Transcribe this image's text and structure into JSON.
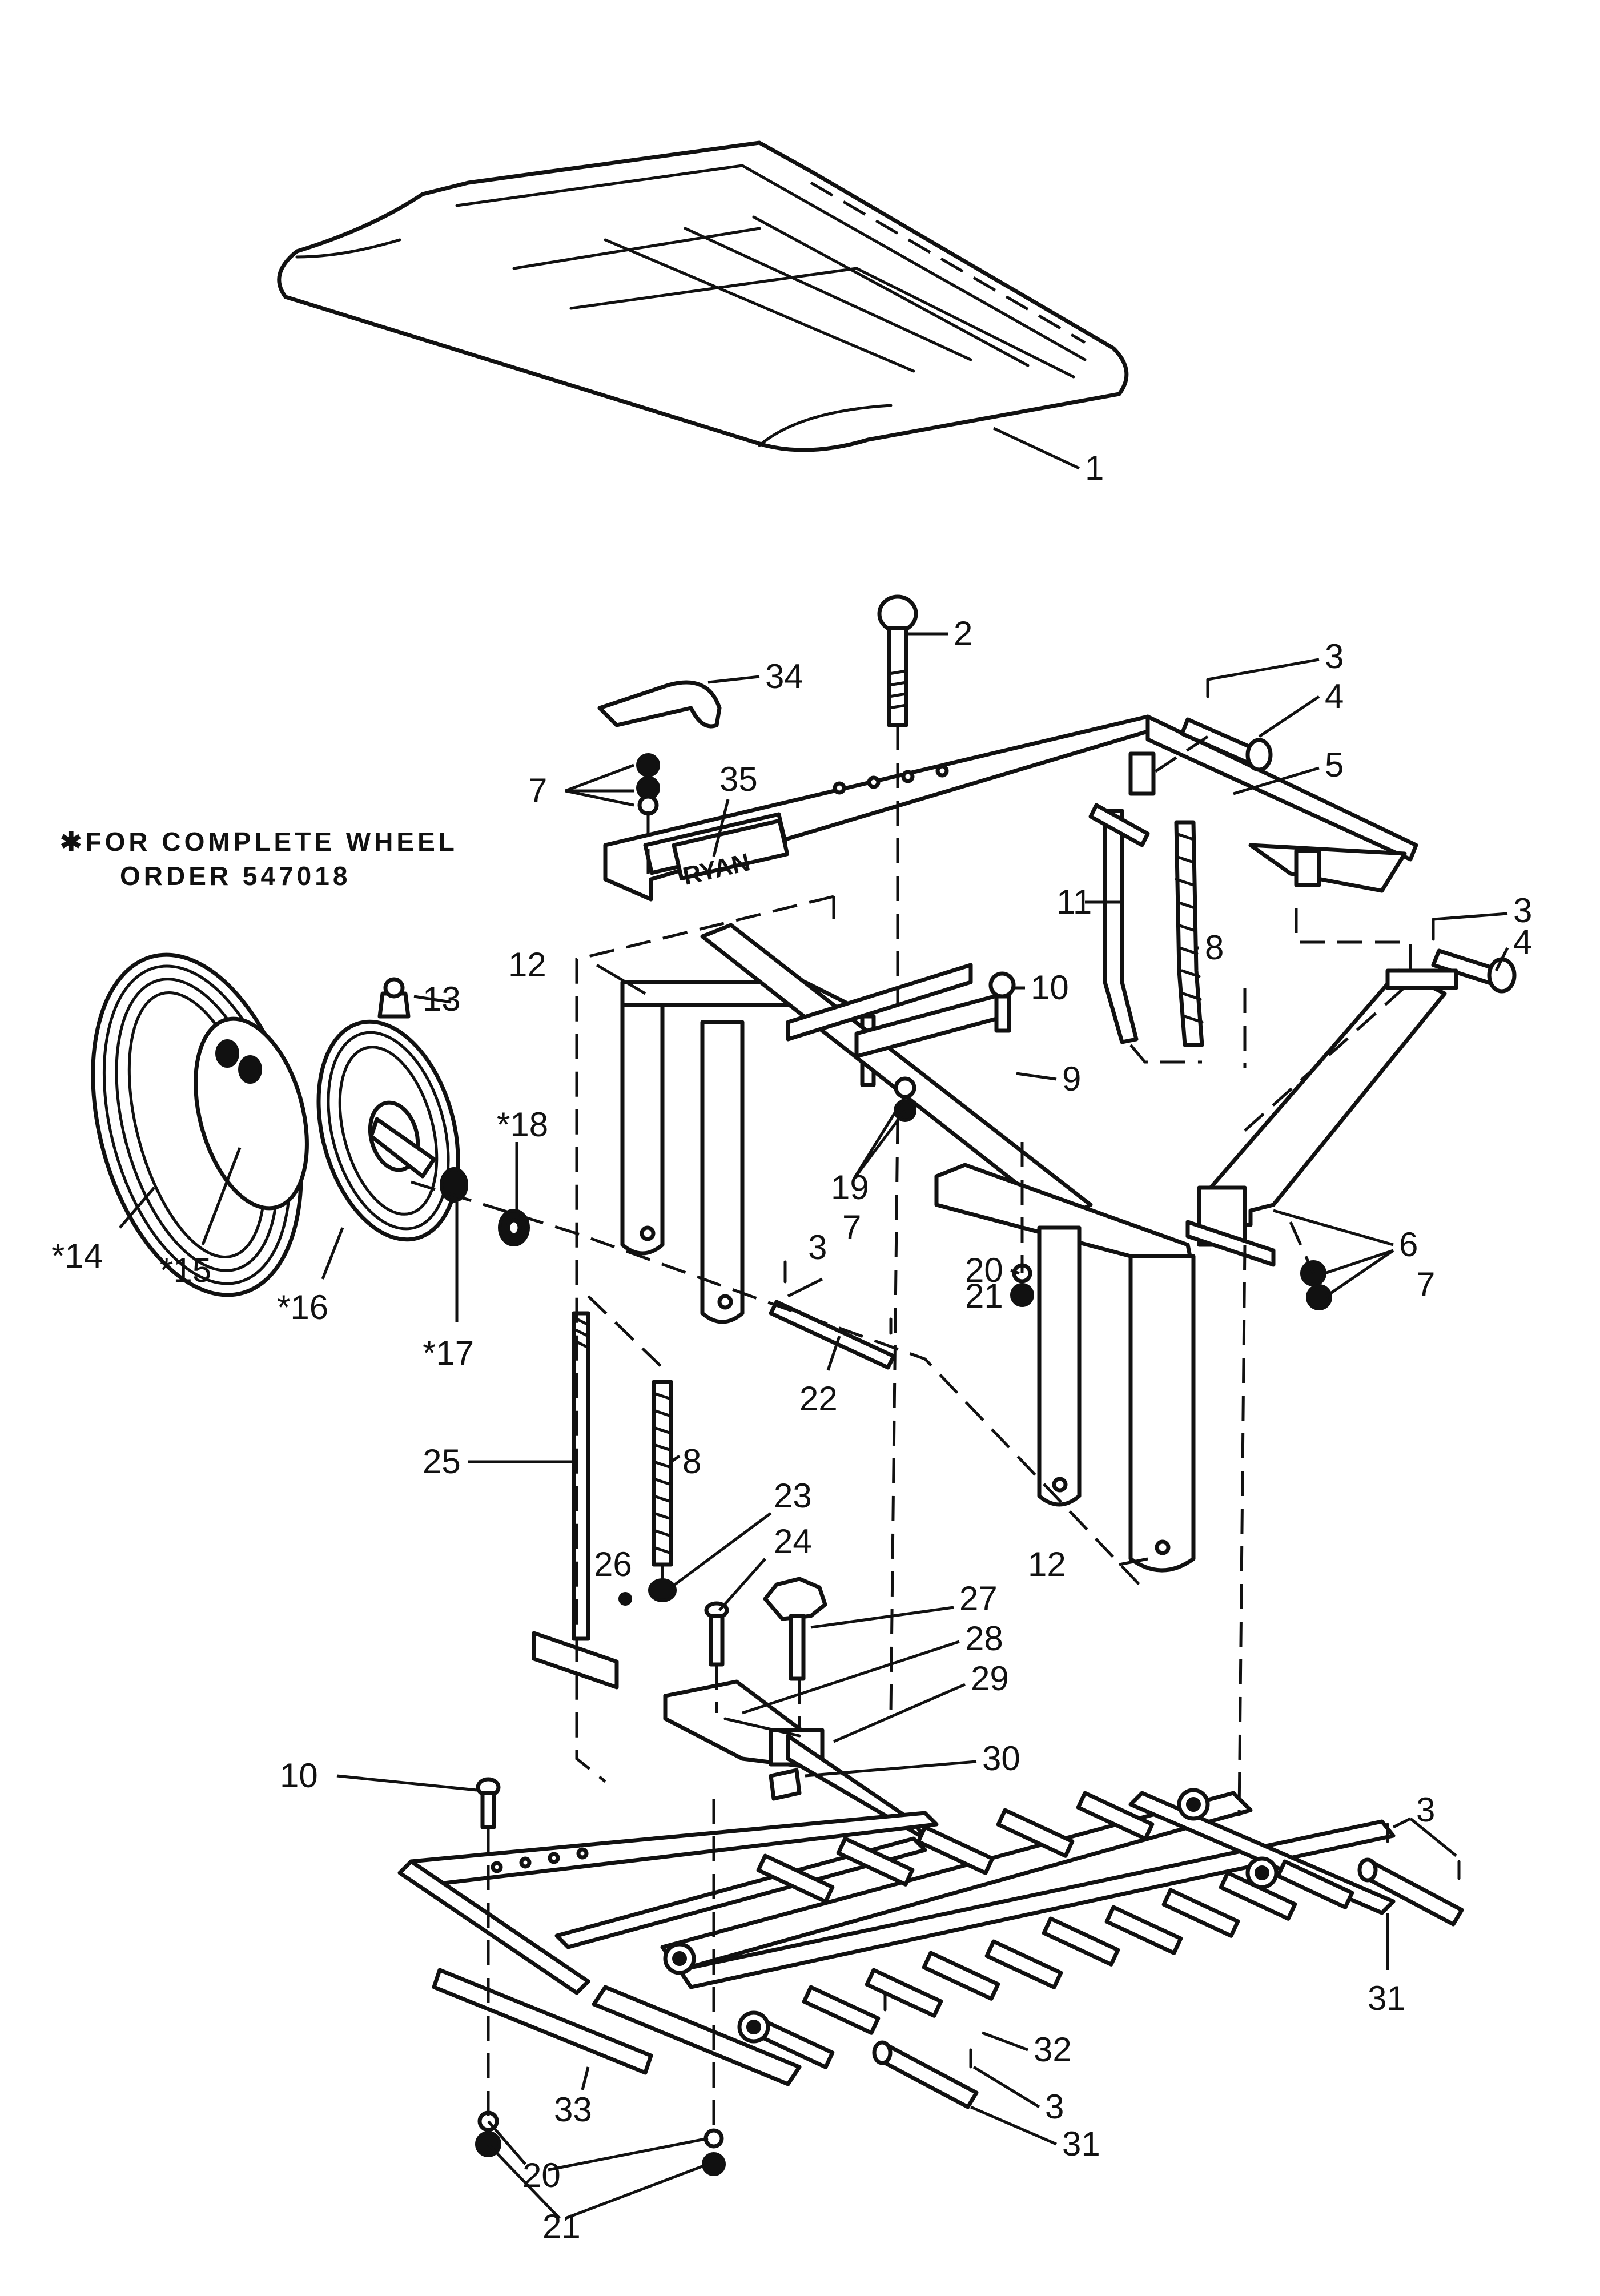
{
  "note": {
    "line1": "✱FOR  COMPLETE  WHEEL",
    "line2": "ORDER  547018"
  },
  "brand_plate": "RYAN",
  "callouts": {
    "c1": "1",
    "c2": "2",
    "c3a": "3",
    "c3b": "3",
    "c3c": "3",
    "c3d": "3",
    "c3e": "3",
    "c4a": "4",
    "c4b": "4",
    "c5": "5",
    "c6": "6",
    "c7a": "7",
    "c7b": "7",
    "c7c": "7",
    "c8a": "8",
    "c8b": "8",
    "c9": "9",
    "c10a": "10",
    "c10b": "10",
    "c11": "11",
    "c12a": "12",
    "c12b": "12",
    "c13": "13",
    "c14": "*14",
    "c15": "*15",
    "c16": "*16",
    "c17": "*17",
    "c18": "*18",
    "c19": "19",
    "c20a": "20",
    "c20b": "20",
    "c21a": "21",
    "c21b": "21",
    "c22": "22",
    "c23": "23",
    "c24": "24",
    "c25": "25",
    "c26": "26",
    "c27": "27",
    "c28": "28",
    "c29": "29",
    "c30": "30",
    "c31a": "31",
    "c31b": "31",
    "c32": "32",
    "c33": "33",
    "c34": "34",
    "c35": "35"
  }
}
